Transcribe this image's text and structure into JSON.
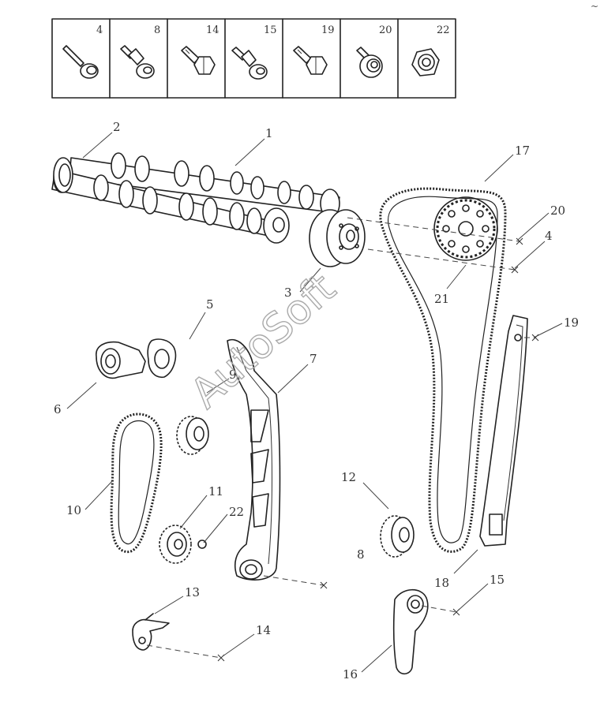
{
  "fastener_box": {
    "cells": [
      "4",
      "8",
      "14",
      "15",
      "19",
      "20",
      "22"
    ]
  },
  "callouts": {
    "c1": "1",
    "c2": "2",
    "c3": "3",
    "c4": "4",
    "c5": "5",
    "c6": "6",
    "c7": "7",
    "c8": "8",
    "c9": "9",
    "c10": "10",
    "c11": "11",
    "c12": "12",
    "c13": "13",
    "c14": "14",
    "c15": "15",
    "c16": "16",
    "c17": "17",
    "c18": "18",
    "c19": "19",
    "c20": "20",
    "c21": "21",
    "c22": "22"
  },
  "watermark": "AutoSoft",
  "corner_mark": "~"
}
